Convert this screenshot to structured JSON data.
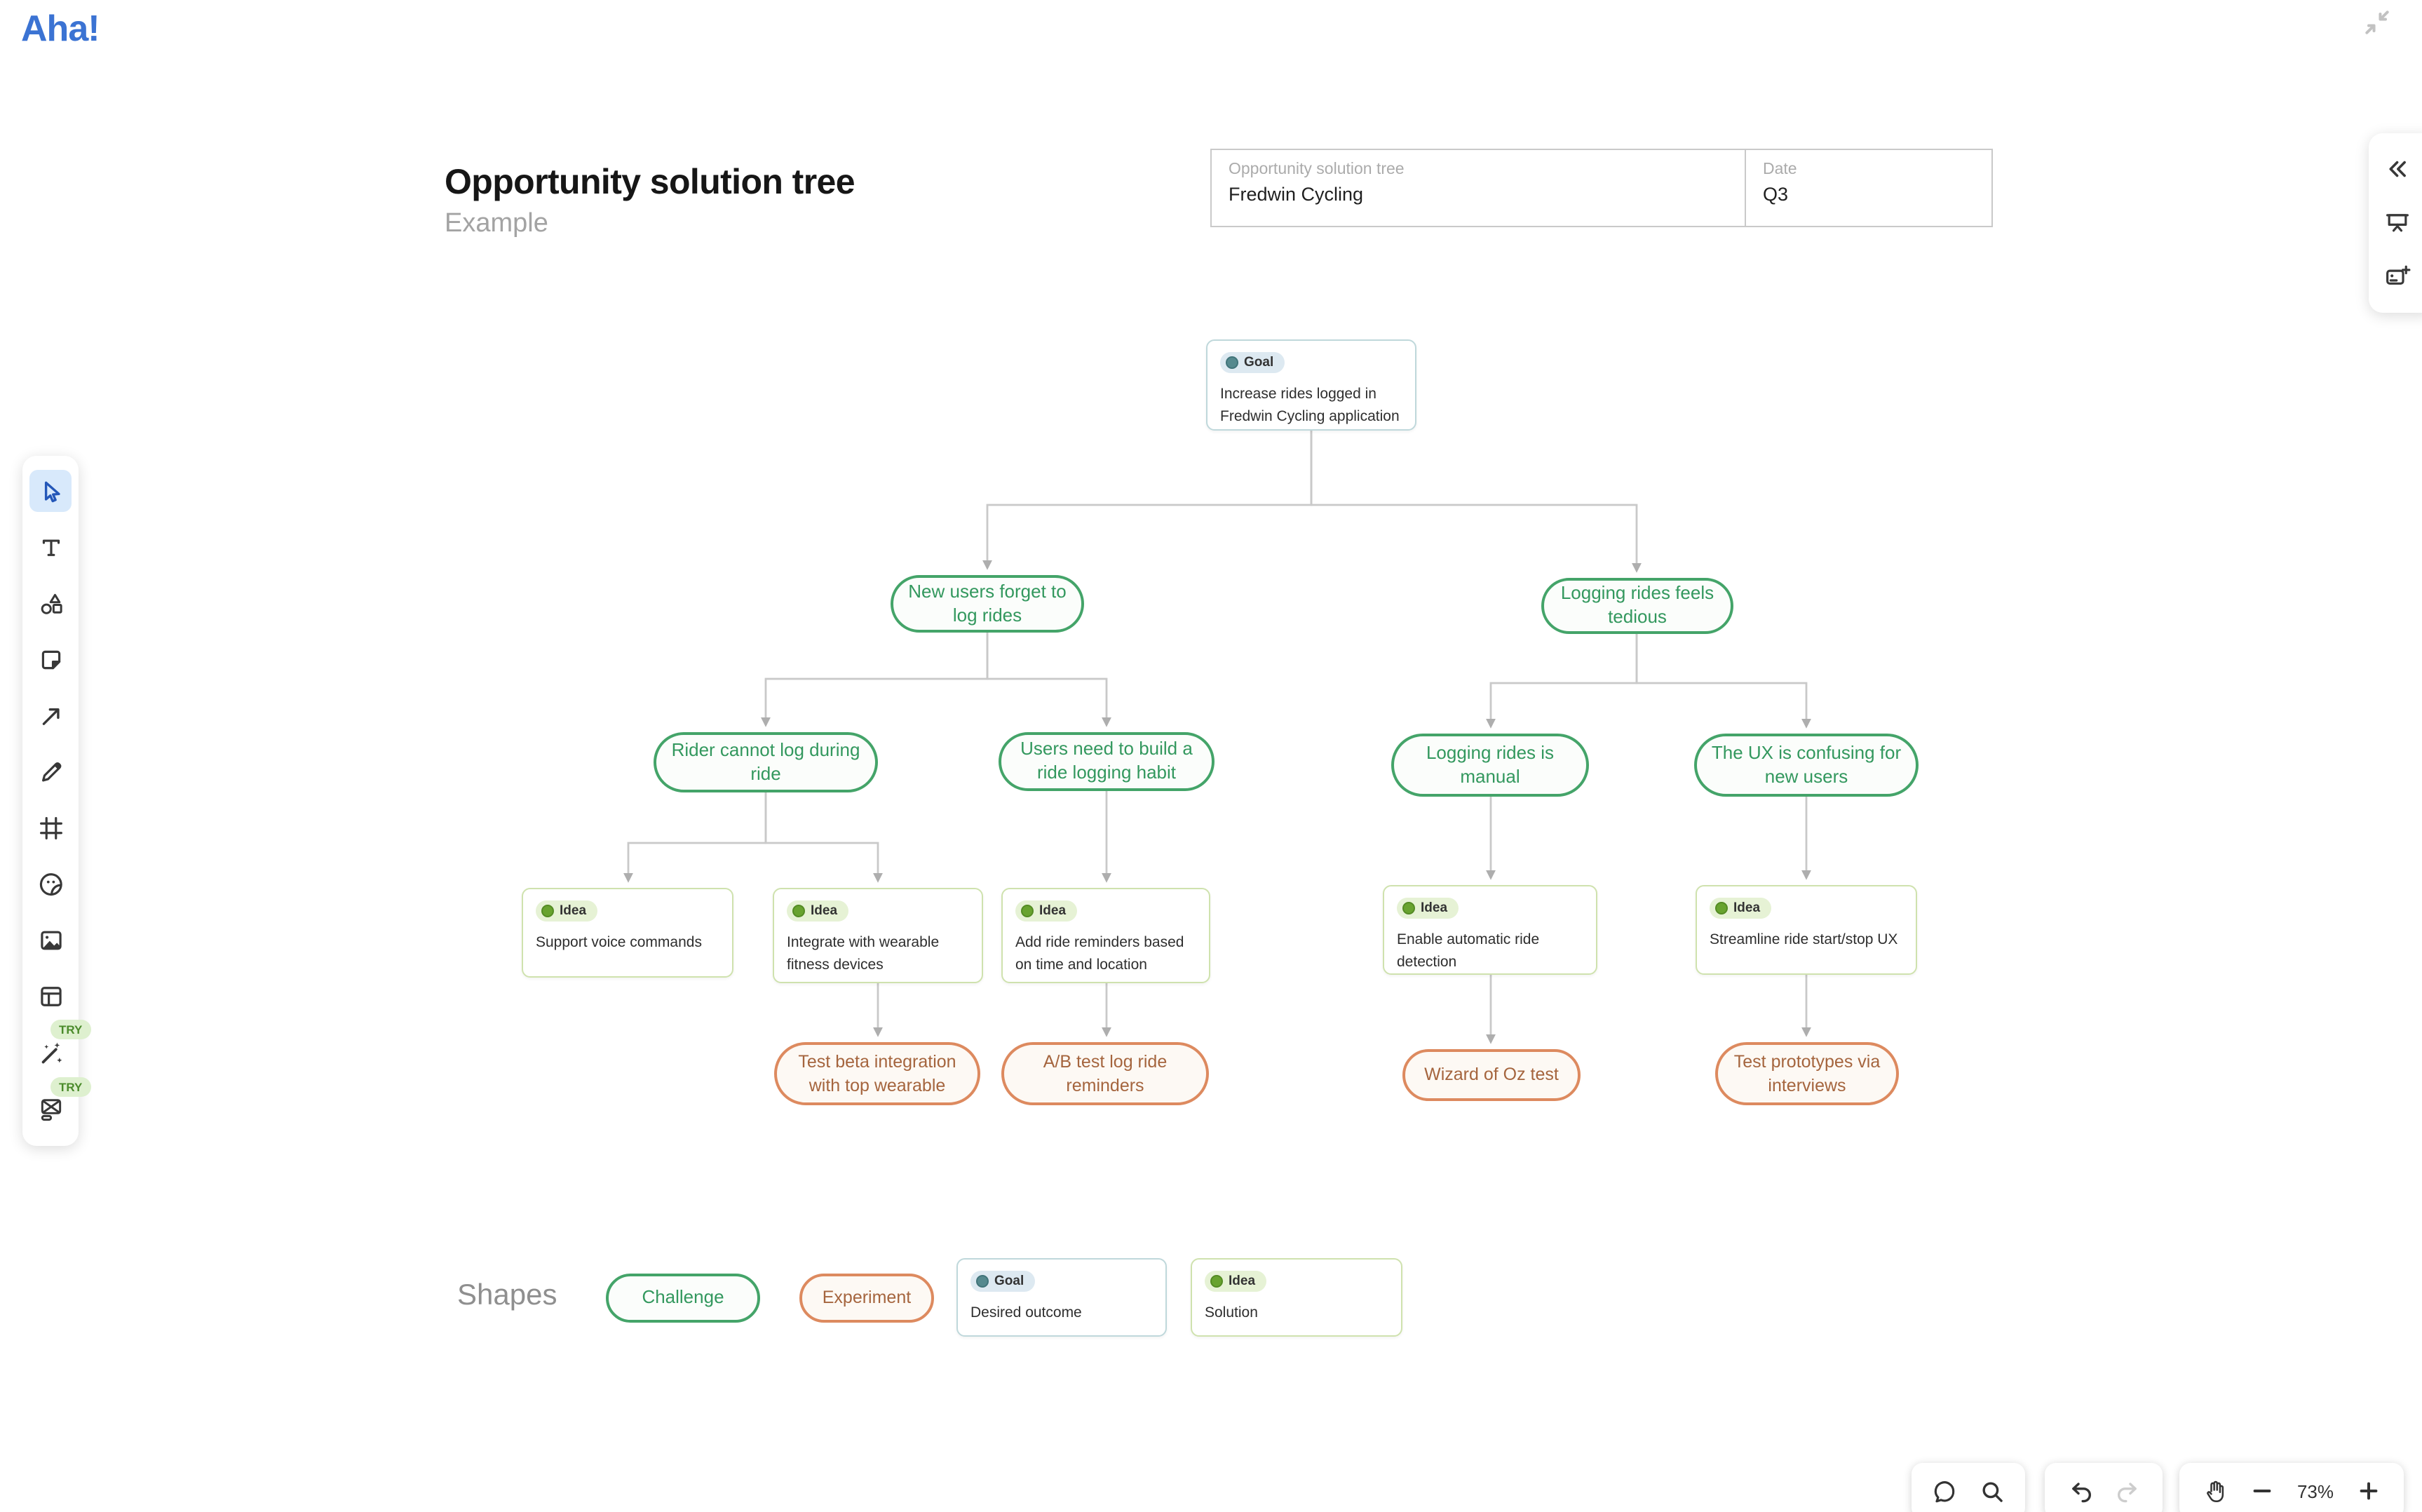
{
  "app": {
    "logo_text": "Aha!"
  },
  "canvas": {
    "title": "Opportunity solution tree",
    "subtitle": "Example",
    "fields": [
      {
        "label": "Opportunity solution tree",
        "value": "Fredwin Cycling"
      },
      {
        "label": "Date",
        "value": "Q3"
      }
    ],
    "legend": {
      "label": "Shapes",
      "challenge_label": "Challenge",
      "experiment_label": "Experiment",
      "goal_badge": "Goal",
      "goal_text": "Desired outcome",
      "idea_badge": "Idea",
      "idea_text": "Solution"
    }
  },
  "tree": {
    "goal": {
      "badge": "Goal",
      "text": "Increase rides logged in Fredwin Cycling application"
    },
    "c1": {
      "text": "New users forget to log rides"
    },
    "c2": {
      "text": "Logging rides feels tedious"
    },
    "r1": {
      "text": "Rider cannot log during ride"
    },
    "r2": {
      "text": "Users need to build a ride logging habit"
    },
    "r3": {
      "text": "Logging rides is manual"
    },
    "r4": {
      "text": "The UX is confusing for new users"
    },
    "i1": {
      "badge": "Idea",
      "text": "Support voice commands"
    },
    "i2": {
      "badge": "Idea",
      "text": "Integrate with wearable fitness devices"
    },
    "i3": {
      "badge": "Idea",
      "text": "Add ride reminders based on time and location"
    },
    "i4": {
      "badge": "Idea",
      "text": "Enable automatic ride detection"
    },
    "i5": {
      "badge": "Idea",
      "text": "Streamline ride start/stop UX"
    },
    "e1": {
      "text": "Test beta integration with top wearable"
    },
    "e2": {
      "text": "A/B test log ride reminders"
    },
    "e3": {
      "text": "Wizard of Oz test"
    },
    "e4": {
      "text": "Test prototypes via interviews"
    }
  },
  "toolbar": {
    "try_badge": "TRY",
    "items": [
      "select",
      "text",
      "shapes",
      "sticky-note",
      "arrow",
      "pen",
      "frame",
      "sticker",
      "image",
      "template",
      "magic-wand",
      "wireframe"
    ]
  },
  "side_panel": {
    "items": [
      "collapse-panel",
      "present",
      "insert-image"
    ]
  },
  "bottom_bar": {
    "zoom_level": "73%"
  },
  "colors": {
    "accent_blue": "#3b73d3",
    "challenge_green": "#44a469",
    "experiment_orange": "#dd8a5f",
    "goal_teal": "#55898e",
    "idea_green": "#68a32f",
    "connector_gray": "#c9c9c9",
    "try_badge_bg": "#def0cf",
    "try_badge_text": "#4b8b2b"
  }
}
